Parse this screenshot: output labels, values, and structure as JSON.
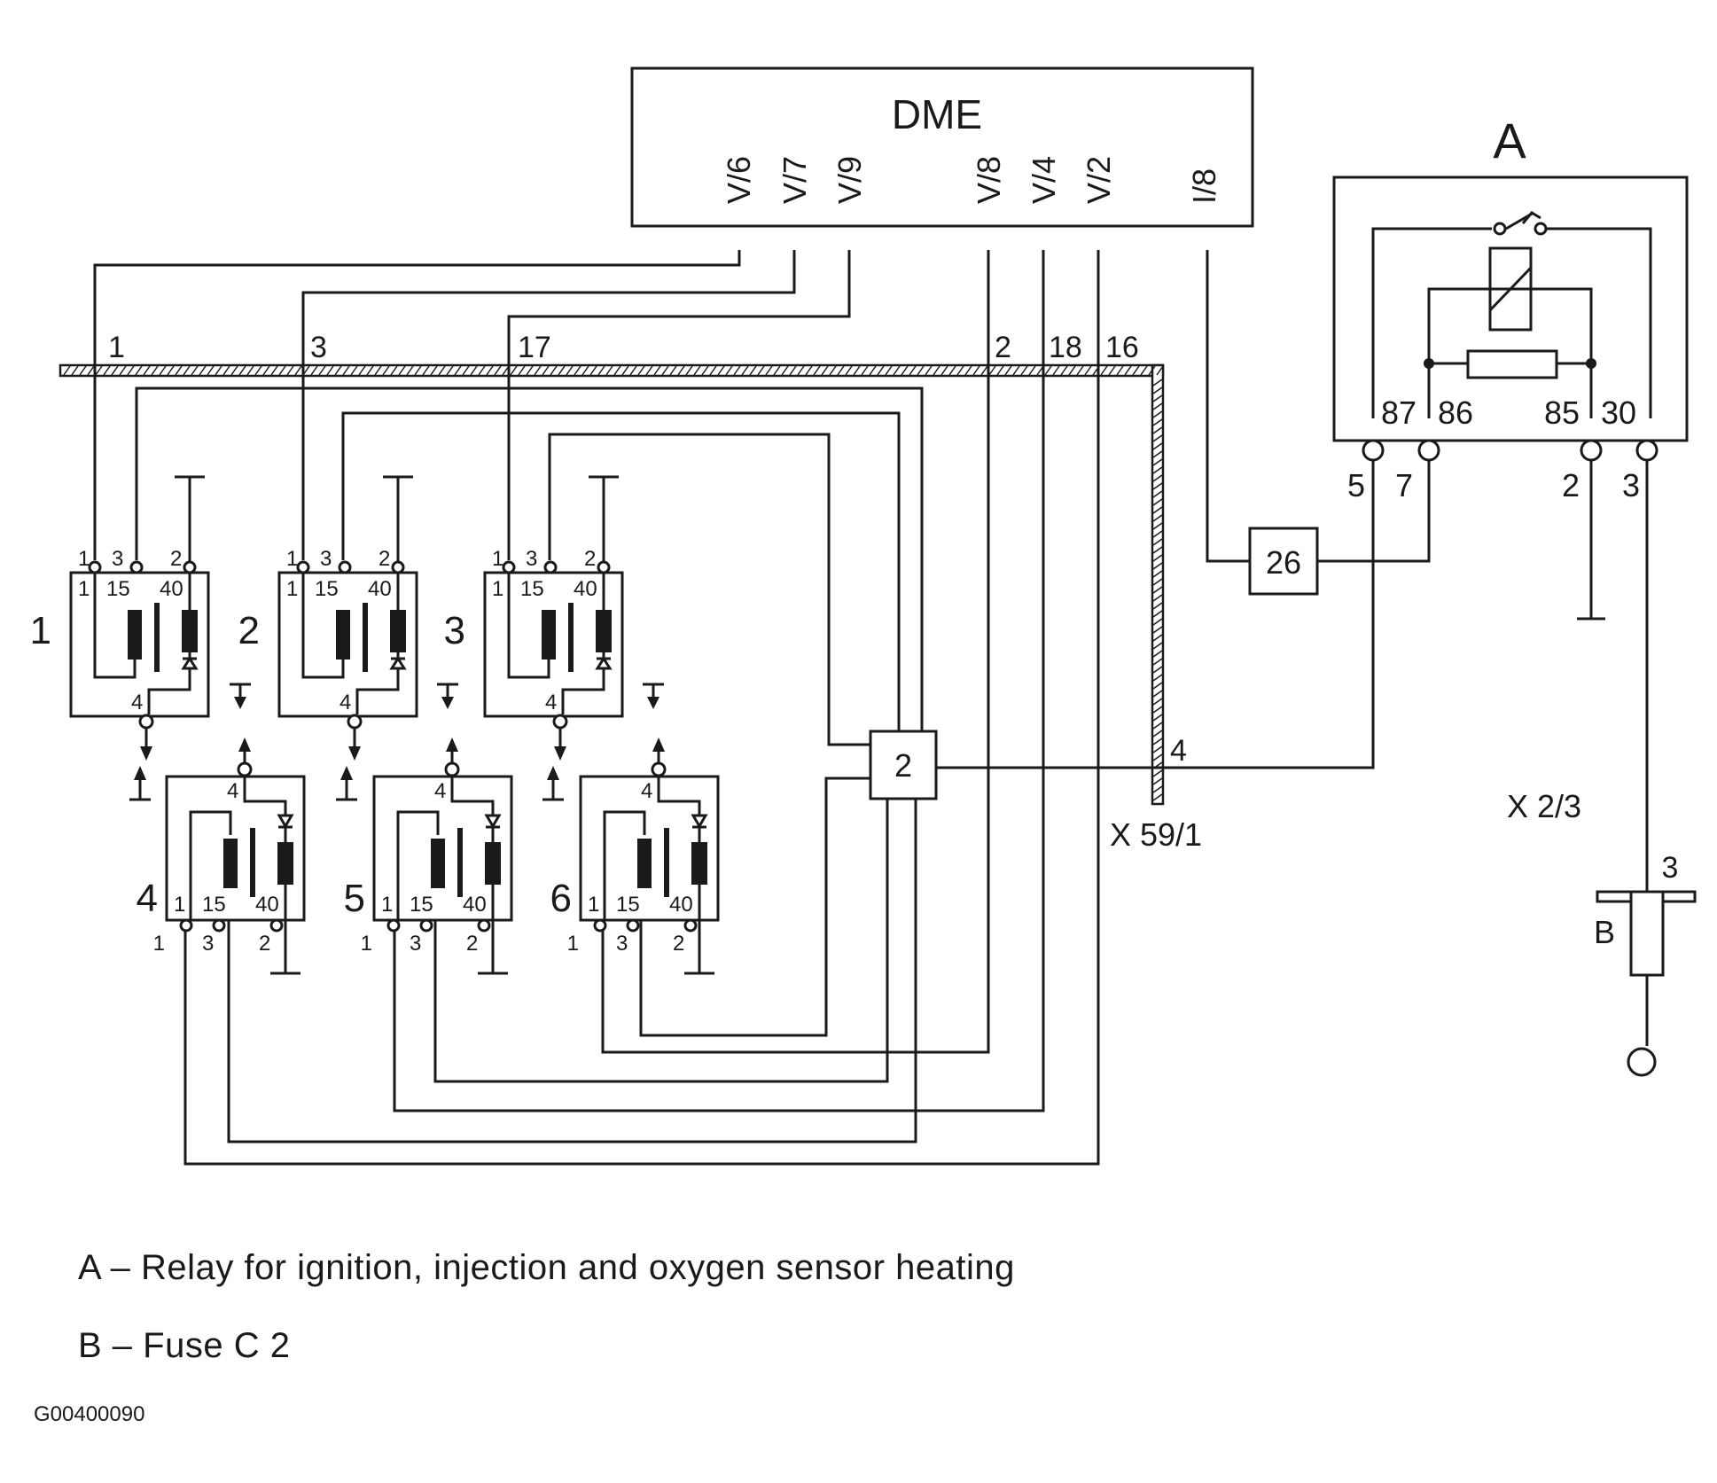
{
  "dme": {
    "title": "DME",
    "pins": [
      "V/6",
      "V/7",
      "V/9",
      "V/8",
      "V/4",
      "V/2",
      "I/8"
    ]
  },
  "wires": {
    "w1": "1",
    "w3": "3",
    "w17": "17",
    "w2": "2",
    "w18": "18",
    "w16": "16",
    "w4": "4"
  },
  "relay": {
    "label": "A",
    "terminals": [
      "87",
      "86",
      "85",
      "30"
    ],
    "pins": [
      "5",
      "7",
      "2",
      "3"
    ]
  },
  "coils": {
    "numbers": [
      "1",
      "2",
      "3",
      "4",
      "5",
      "6"
    ],
    "pin_labels": {
      "p1": "1",
      "p3": "3",
      "p2": "2",
      "p4": "4",
      "t1": "1",
      "t15": "15",
      "t40": "40"
    }
  },
  "components": {
    "c26": "26",
    "c2": "2",
    "connector_x59": "X 59/1",
    "connector_x2": "X 2/3",
    "connector_x2_pin": "3",
    "fuse": "B"
  },
  "legend": [
    "A – Relay for ignition, injection and oxygen sensor heating",
    "B – Fuse C 2"
  ],
  "figure_code": "G00400090"
}
